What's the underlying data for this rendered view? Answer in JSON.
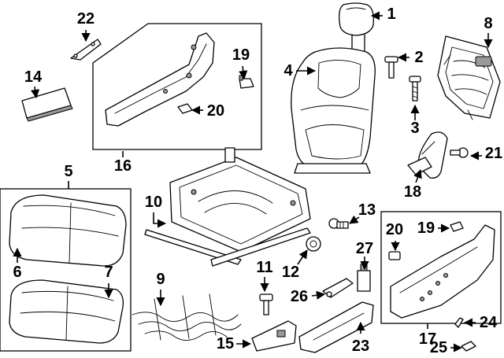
{
  "diagram": {
    "callouts": [
      {
        "id": "c1",
        "text": "1"
      },
      {
        "id": "c2",
        "text": "2"
      },
      {
        "id": "c3",
        "text": "3"
      },
      {
        "id": "c4",
        "text": "4"
      },
      {
        "id": "c5",
        "text": "5"
      },
      {
        "id": "c6",
        "text": "6"
      },
      {
        "id": "c7",
        "text": "7"
      },
      {
        "id": "c8",
        "text": "8"
      },
      {
        "id": "c9",
        "text": "9"
      },
      {
        "id": "c10",
        "text": "10"
      },
      {
        "id": "c11",
        "text": "11"
      },
      {
        "id": "c12",
        "text": "12"
      },
      {
        "id": "c13",
        "text": "13"
      },
      {
        "id": "c14",
        "text": "14"
      },
      {
        "id": "c15",
        "text": "15"
      },
      {
        "id": "c16",
        "text": "16"
      },
      {
        "id": "c17",
        "text": "17"
      },
      {
        "id": "c18",
        "text": "18"
      },
      {
        "id": "c19a",
        "text": "19"
      },
      {
        "id": "c19b",
        "text": "19"
      },
      {
        "id": "c20a",
        "text": "20"
      },
      {
        "id": "c20b",
        "text": "20"
      },
      {
        "id": "c21",
        "text": "21"
      },
      {
        "id": "c22",
        "text": "22"
      },
      {
        "id": "c23",
        "text": "23"
      },
      {
        "id": "c24",
        "text": "24"
      },
      {
        "id": "c25",
        "text": "25"
      },
      {
        "id": "c26",
        "text": "26"
      },
      {
        "id": "c27",
        "text": "27"
      }
    ]
  }
}
